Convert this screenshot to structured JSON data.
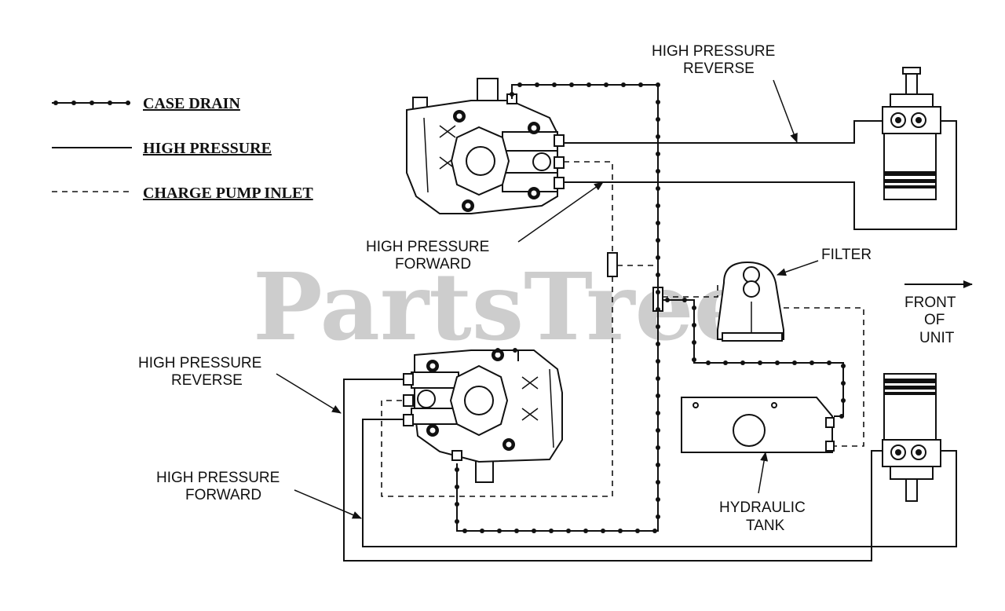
{
  "watermark": "PartsTree",
  "legend": {
    "case_drain": "CASE DRAIN",
    "high_pressure": "HIGH PRESSURE",
    "charge_pump_inlet": "CHARGE PUMP INLET"
  },
  "labels": {
    "hp_reverse_top_1": "HIGH PRESSURE",
    "hp_reverse_top_2": "REVERSE",
    "hp_forward_top_1": "HIGH PRESSURE",
    "hp_forward_top_2": "FORWARD",
    "filter": "FILTER",
    "front_1": "FRONT",
    "front_2": "OF",
    "front_3": "UNIT",
    "hp_reverse_bot_1": "HIGH PRESSURE",
    "hp_reverse_bot_2": "REVERSE",
    "hp_forward_bot_1": "HIGH PRESSURE",
    "hp_forward_bot_2": "FORWARD",
    "tank_1": "HYDRAULIC",
    "tank_2": "TANK"
  }
}
